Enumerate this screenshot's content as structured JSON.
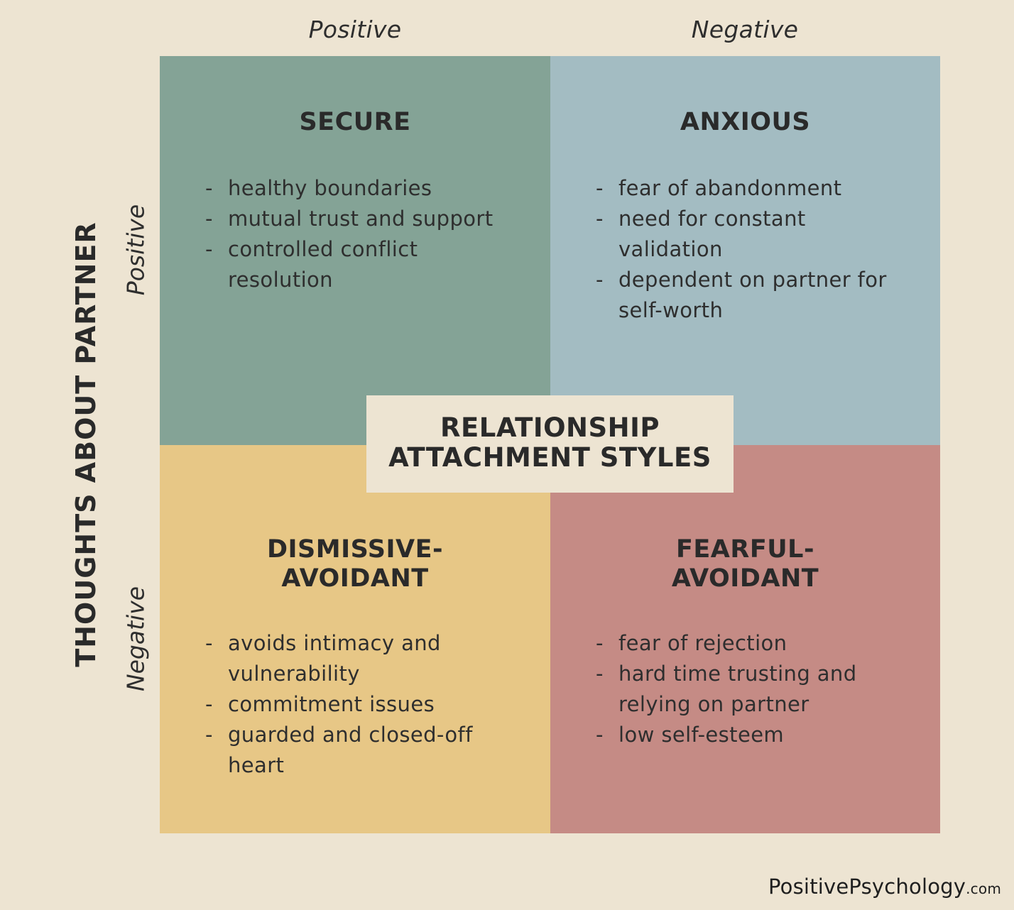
{
  "columns": {
    "left": "Positive",
    "right": "Negative"
  },
  "rows": {
    "top": "Positive",
    "bottom": "Negative",
    "axis_title": "THOUGHTS ABOUT PARTNER"
  },
  "center": {
    "line1": "RELATIONSHIP",
    "line2": "ATTACHMENT STYLES"
  },
  "quadrants": {
    "secure": {
      "title_line1": "SECURE",
      "color": "#84a396",
      "items": [
        "healthy boundaries",
        "mutual trust and support",
        "controlled conflict resolution"
      ]
    },
    "anxious": {
      "title_line1": "ANXIOUS",
      "color": "#a3bcc2",
      "items": [
        "fear of abandonment",
        "need for constant validation",
        "dependent on partner for self-worth"
      ]
    },
    "dismissive": {
      "title_line1": "DISMISSIVE-",
      "title_line2": "AVOIDANT",
      "color": "#e7c786",
      "items": [
        "avoids intimacy and vulnerability",
        "commitment issues",
        "guarded and closed-off heart"
      ]
    },
    "fearful": {
      "title_line1": "FEARFUL-",
      "title_line2": "AVOIDANT",
      "color": "#c58b85",
      "items": [
        "fear of rejection",
        "hard time trusting and relying on partner",
        "low self-esteem"
      ]
    }
  },
  "brand": {
    "name": "PositivePsychology",
    "suffix": ".com"
  }
}
